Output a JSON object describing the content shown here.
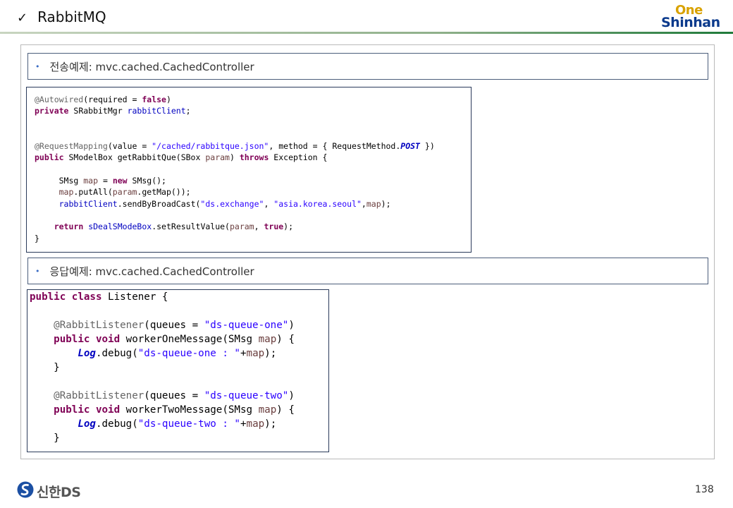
{
  "header": {
    "check_mark": "✓",
    "title": "RabbitMQ",
    "logo_one": "One",
    "logo_shinhan": "Shinhan"
  },
  "sections": [
    {
      "bullet": "•",
      "label": "전송예제: mvc.cached.CachedController",
      "code_lines": [
        [
          {
            "t": "an",
            "v": "@Autowired"
          },
          {
            "t": "",
            "v": "(required = "
          },
          {
            "t": "kw",
            "v": "false"
          },
          {
            "t": "",
            "v": ")"
          }
        ],
        [
          {
            "t": "kw",
            "v": "private"
          },
          {
            "t": "",
            "v": " SRabbitMgr "
          },
          {
            "t": "fd",
            "v": "rabbitClient"
          },
          {
            "t": "",
            "v": ";"
          }
        ],
        [],
        [],
        [
          {
            "t": "an",
            "v": "@RequestMapping"
          },
          {
            "t": "",
            "v": "(value = "
          },
          {
            "t": "st",
            "v": "\"/cached/rabbitque.json\""
          },
          {
            "t": "",
            "v": ", method = { RequestMethod."
          },
          {
            "t": "sf",
            "v": "POST"
          },
          {
            "t": "",
            "v": " })"
          }
        ],
        [
          {
            "t": "kw",
            "v": "public"
          },
          {
            "t": "",
            "v": " SModelBox getRabbitQue(SBox "
          },
          {
            "t": "pr",
            "v": "param"
          },
          {
            "t": "",
            "v": ") "
          },
          {
            "t": "kw",
            "v": "throws"
          },
          {
            "t": "",
            "v": " Exception {"
          }
        ],
        [],
        [
          {
            "t": "",
            "v": "     SMsg "
          },
          {
            "t": "pr",
            "v": "map"
          },
          {
            "t": "",
            "v": " = "
          },
          {
            "t": "kw",
            "v": "new"
          },
          {
            "t": "",
            "v": " SMsg();"
          }
        ],
        [
          {
            "t": "",
            "v": "     "
          },
          {
            "t": "pr",
            "v": "map"
          },
          {
            "t": "",
            "v": ".putAll("
          },
          {
            "t": "pr",
            "v": "param"
          },
          {
            "t": "",
            "v": ".getMap());"
          }
        ],
        [
          {
            "t": "",
            "v": "     "
          },
          {
            "t": "fd",
            "v": "rabbitClient"
          },
          {
            "t": "",
            "v": ".sendByBroadCast("
          },
          {
            "t": "st",
            "v": "\"ds.exchange\""
          },
          {
            "t": "",
            "v": ", "
          },
          {
            "t": "st",
            "v": "\"asia.korea.seoul\""
          },
          {
            "t": "",
            "v": ","
          },
          {
            "t": "pr",
            "v": "map"
          },
          {
            "t": "",
            "v": ");"
          }
        ],
        [],
        [
          {
            "t": "",
            "v": "    "
          },
          {
            "t": "kw",
            "v": "return"
          },
          {
            "t": "",
            "v": " "
          },
          {
            "t": "fd",
            "v": "sDealSModeBox"
          },
          {
            "t": "",
            "v": ".setResultValue("
          },
          {
            "t": "pr",
            "v": "param"
          },
          {
            "t": "",
            "v": ", "
          },
          {
            "t": "kw",
            "v": "true"
          },
          {
            "t": "",
            "v": ");"
          }
        ],
        [
          {
            "t": "",
            "v": "}"
          }
        ]
      ]
    },
    {
      "bullet": "•",
      "label": "응답예제: mvc.cached.CachedController",
      "code_lines": [
        [
          {
            "t": "kw",
            "v": "public"
          },
          {
            "t": "",
            "v": " "
          },
          {
            "t": "kw",
            "v": "class"
          },
          {
            "t": "",
            "v": " Listener {"
          }
        ],
        [],
        [
          {
            "t": "",
            "v": "    "
          },
          {
            "t": "an",
            "v": "@RabbitListener"
          },
          {
            "t": "",
            "v": "(queues = "
          },
          {
            "t": "st",
            "v": "\"ds-queue-one\""
          },
          {
            "t": "",
            "v": ")"
          }
        ],
        [
          {
            "t": "",
            "v": "    "
          },
          {
            "t": "kw",
            "v": "public"
          },
          {
            "t": "",
            "v": " "
          },
          {
            "t": "kw",
            "v": "void"
          },
          {
            "t": "",
            "v": " workerOneMessage(SMsg "
          },
          {
            "t": "pr",
            "v": "map"
          },
          {
            "t": "",
            "v": ") {"
          }
        ],
        [
          {
            "t": "",
            "v": "        "
          },
          {
            "t": "sf",
            "v": "Log"
          },
          {
            "t": "",
            "v": ".debug("
          },
          {
            "t": "st",
            "v": "\"ds-queue-one : \""
          },
          {
            "t": "",
            "v": "+"
          },
          {
            "t": "pr",
            "v": "map"
          },
          {
            "t": "",
            "v": ");"
          }
        ],
        [
          {
            "t": "",
            "v": "    }"
          }
        ],
        [],
        [
          {
            "t": "",
            "v": "    "
          },
          {
            "t": "an",
            "v": "@RabbitListener"
          },
          {
            "t": "",
            "v": "(queues = "
          },
          {
            "t": "st",
            "v": "\"ds-queue-two\""
          },
          {
            "t": "",
            "v": ")"
          }
        ],
        [
          {
            "t": "",
            "v": "    "
          },
          {
            "t": "kw",
            "v": "public"
          },
          {
            "t": "",
            "v": " "
          },
          {
            "t": "kw",
            "v": "void"
          },
          {
            "t": "",
            "v": " workerTwoMessage(SMsg "
          },
          {
            "t": "pr",
            "v": "map"
          },
          {
            "t": "",
            "v": ") {"
          }
        ],
        [
          {
            "t": "",
            "v": "        "
          },
          {
            "t": "sf",
            "v": "Log"
          },
          {
            "t": "",
            "v": ".debug("
          },
          {
            "t": "st",
            "v": "\"ds-queue-two : \""
          },
          {
            "t": "",
            "v": "+"
          },
          {
            "t": "pr",
            "v": "map"
          },
          {
            "t": "",
            "v": ");"
          }
        ],
        [
          {
            "t": "",
            "v": "    }"
          }
        ]
      ]
    }
  ],
  "footer": {
    "logo_text": "신한DS",
    "page_number": "138"
  },
  "colors": {
    "keyword": "#7f0055",
    "annotation": "#646464",
    "string": "#2a00ff",
    "field": "#0000c0",
    "param": "#6a3e3e",
    "bullet": "#3a6cc4",
    "brand_blue": "#0b3a8c",
    "brand_gold": "#d9a200"
  },
  "icons": {
    "footer_logo": "shinhan-swirl-icon"
  }
}
